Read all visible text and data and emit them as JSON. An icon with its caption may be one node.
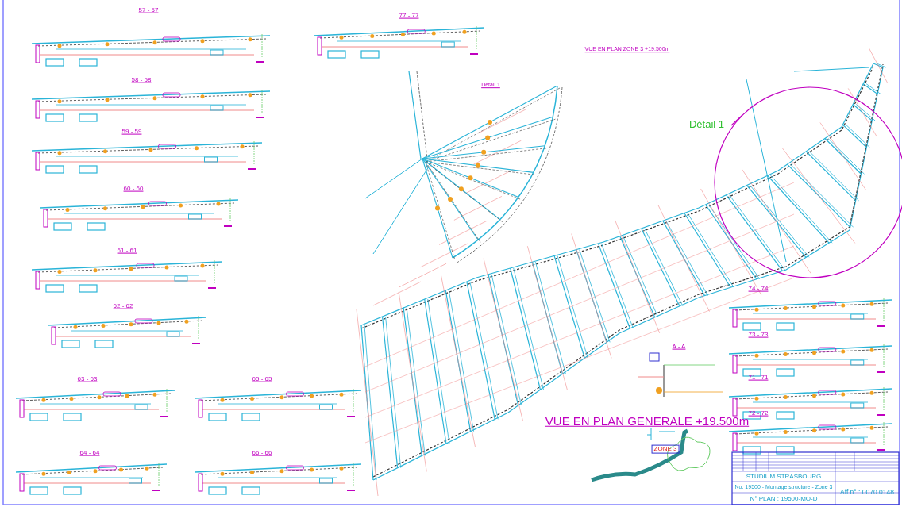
{
  "diagram": {
    "nodes": [
      {
        "text": [
          "Détail 1"
        ]
      },
      {
        "text": [],
        "shape": "circle"
      }
    ],
    "edges": [
      {
        "from": 0,
        "to": 1,
        "arrow": "none"
      }
    ],
    "labels": [
      "57 - 57",
      "58 - 58",
      "59 - 59",
      "60 - 60",
      "61 - 61",
      "62 - 62",
      "63 - 63",
      "64 - 64",
      "65 - 65",
      "66 - 66",
      "77 - 77",
      "VUE EN PLAN ZONE 3 +19.500m",
      "Détail 1",
      "74 - 74",
      "73 - 73",
      "71 - 71",
      "72 - 72",
      "A - A",
      "VUE EN PLAN GENERALE +19.500m",
      "ZONE 3",
      "STUDIUM STRASBOURG",
      "No. 19500 - Montage structure - Zone 3",
      "N° PLAN : 19500-MO-D",
      "Aff n° : 0070.0148"
    ]
  }
}
